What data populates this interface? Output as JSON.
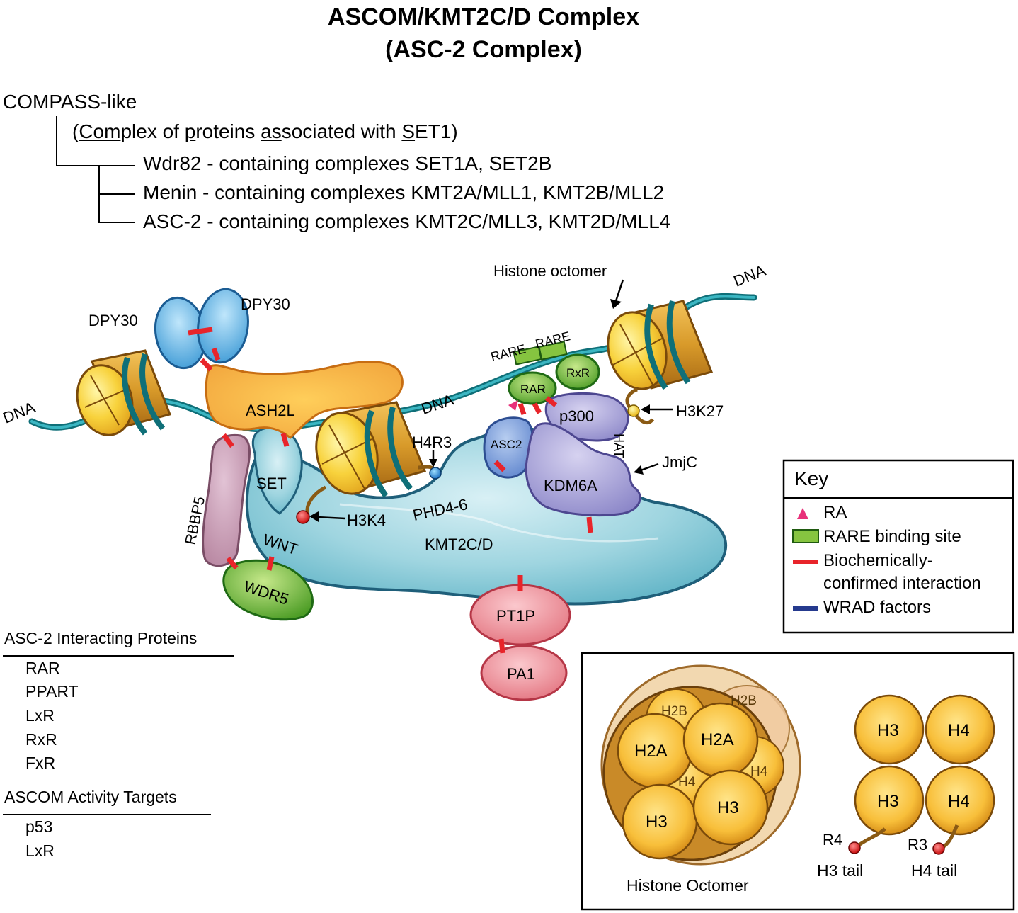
{
  "title": {
    "line1": "ASCOM/KMT2C/D Complex",
    "line2": "(ASC-2 Complex)"
  },
  "hierarchy": {
    "root": "COMPASS-like",
    "definition_parts": [
      "(",
      "Com",
      "plex of ",
      "p",
      "roteins ",
      "as",
      "sociated with ",
      "S",
      "ET1)"
    ],
    "children": [
      "Wdr82 - containing complexes SET1A, SET2B",
      "Menin - containing complexes KMT2A/MLL1, KMT2B/MLL2",
      "ASC-2 - containing complexes KMT2C/MLL3, KMT2D/MLL4"
    ]
  },
  "diagram_labels": {
    "histone_octomer": "Histone octomer",
    "dna_right": "DNA",
    "dna_left": "DNA",
    "dna_mid": "DNA",
    "dpy30_left": "DPY30",
    "dpy30_right": "DPY30",
    "rare_1": "RARE",
    "rare_2": "RARE",
    "rar": "RAR",
    "rxr": "RxR",
    "p300": "p300",
    "hat": "HAT",
    "h3k27": "H3K27",
    "ash2l": "ASH2L",
    "asc2": "ASC2",
    "h4r3": "H4R3",
    "jmjc": "JmjC",
    "set": "SET",
    "rbbp5": "RBBP5",
    "kdm6a": "KDM6A",
    "phd": "PHD4-6",
    "h3k4": "H3K4",
    "wnt": "WNT",
    "kmt2cd": "KMT2C/D",
    "wdr5": "WDR5",
    "pt1p": "PT1P",
    "pa1": "PA1"
  },
  "key": {
    "title": "Key",
    "items": [
      "RA",
      "RARE binding site",
      "Biochemically-",
      "confirmed interaction",
      "WRAD factors"
    ],
    "colors": {
      "ra": "#e8317a",
      "rare": "#86c440",
      "interaction": "#e8242a",
      "wrad": "#253a8e"
    }
  },
  "interacting_proteins": {
    "heading": "ASC-2 Interacting Proteins",
    "items": [
      "RAR",
      "PPART",
      "LxR",
      "RxR",
      "FxR"
    ]
  },
  "activity_targets": {
    "heading": "ASCOM Activity Targets",
    "items": [
      "p53",
      "LxR"
    ]
  },
  "octomer_panel": {
    "octomer_labels": [
      "H2B",
      "H2B",
      "H2A",
      "H2A",
      "H4",
      "H4",
      "H3",
      "H3"
    ],
    "octomer_caption": "Histone Octomer",
    "tetramer_labels": [
      "H3",
      "H4",
      "H3",
      "H4"
    ],
    "r4": "R4",
    "r3": "R3",
    "h3_tail": "H3 tail",
    "h4_tail": "H4 tail"
  }
}
